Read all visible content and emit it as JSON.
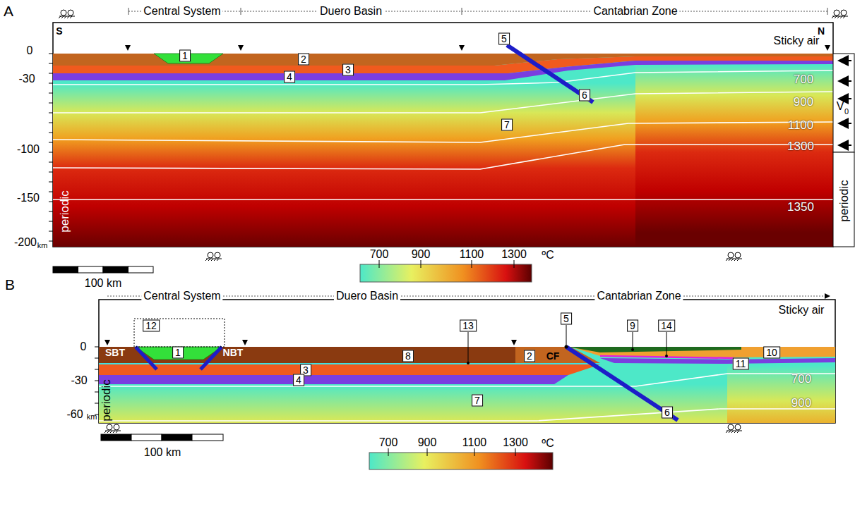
{
  "diagram": {
    "labels": [
      "A",
      "Central System",
      "Duero Basin",
      "Cantabrian Zone",
      "S",
      "N",
      "Sticky air",
      "0",
      "-30",
      "-100",
      "-150",
      "-200",
      "km",
      "periodic",
      "periodic",
      "V",
      "0",
      "700",
      "900",
      "1100",
      "1300",
      "1350",
      "1",
      "2",
      "3",
      "4",
      "5",
      "6",
      "7",
      "100 km",
      "700",
      "900",
      "1100",
      "1300",
      "ºC",
      "B",
      "Central System",
      "Duero Basin",
      "Cantabrian Zone",
      "Sticky air",
      "0",
      "-30",
      "-60",
      "km",
      "periodic",
      "700",
      "900",
      "12",
      "1",
      "8",
      "13",
      "2",
      "5",
      "9",
      "14",
      "10",
      "11",
      "3",
      "4",
      "7",
      "6",
      "SBT",
      "NBT",
      "CF",
      "100 km",
      "700",
      "900",
      "1100",
      "1300",
      "ºC"
    ]
  }
}
